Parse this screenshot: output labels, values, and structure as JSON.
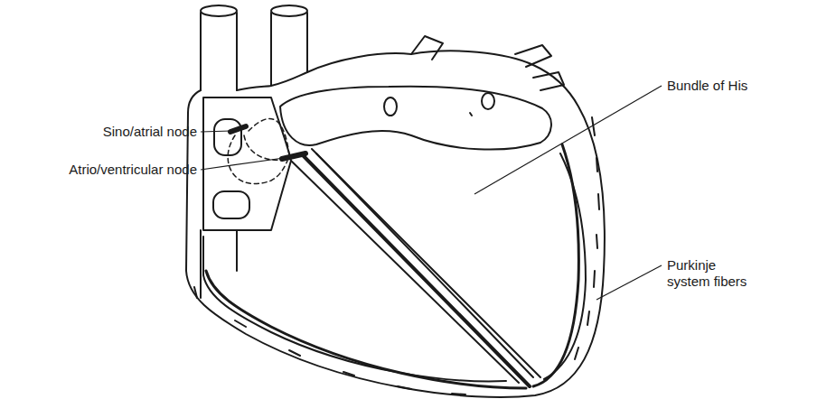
{
  "diagram": {
    "labels": [
      "Sino/atrial node",
      "Atrio/ventricular node",
      "Bundle of His",
      "Purkinje system fibers"
    ]
  }
}
